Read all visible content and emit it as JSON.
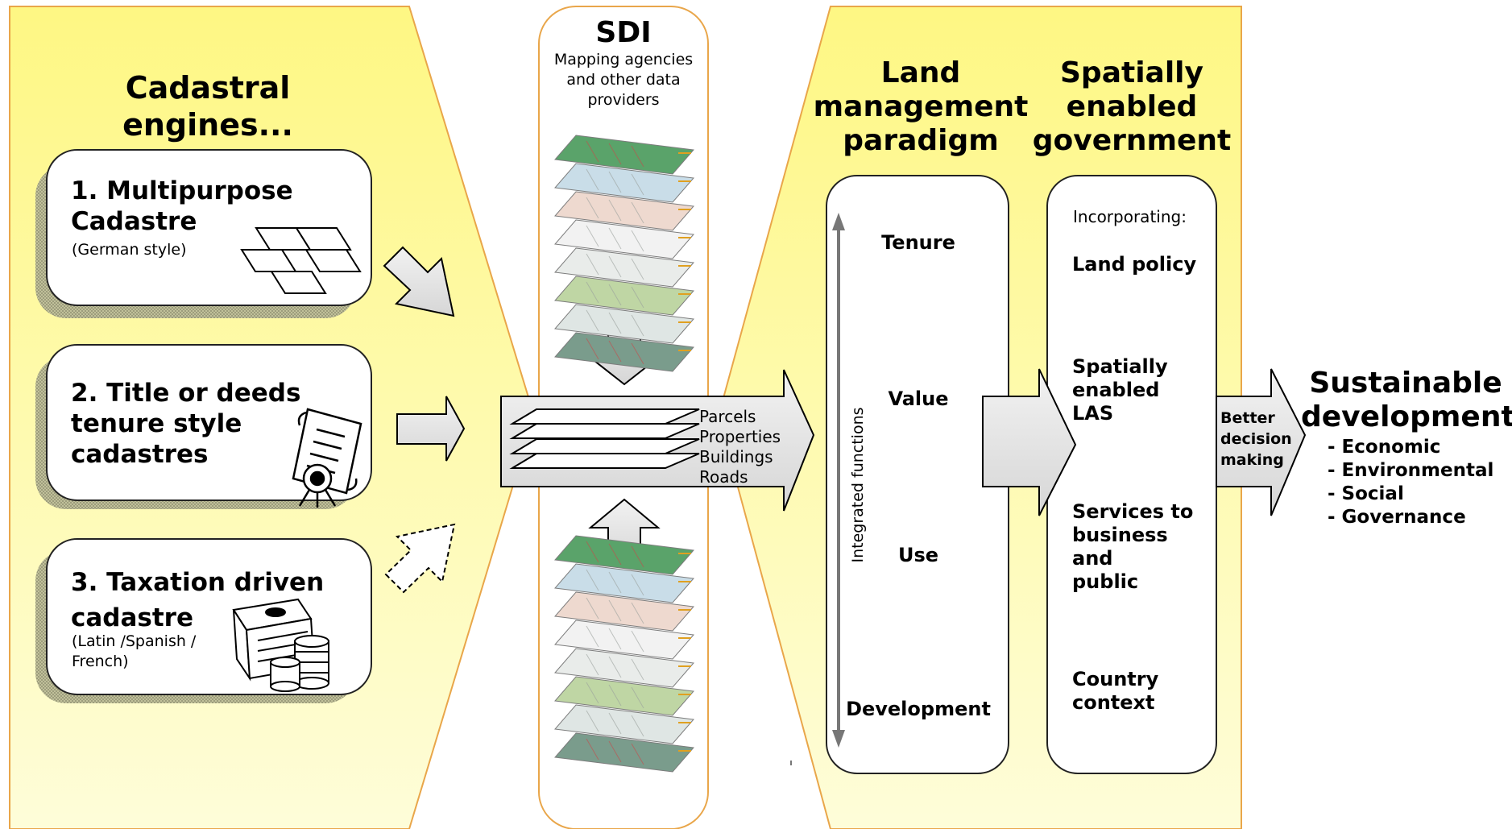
{
  "colors": {
    "panel_yellow_top": "#fef783",
    "panel_yellow_bottom": "#fefdd9",
    "panel_border": "#e9a64a",
    "arrow_gray": "#e4e4e4",
    "card_shadow": "#c9c9a0"
  },
  "cadastral": {
    "title_line1": "Cadastral",
    "title_line2": "engines...",
    "cards": [
      {
        "line1": "1. Multipurpose",
        "line2": "Cadastre",
        "sub1": "(German style)",
        "sub2": "",
        "icon": "parcel-grid-icon"
      },
      {
        "line1": "2. Title or deeds",
        "line2": "tenure style",
        "line3": "cadastres",
        "icon": "certificate-icon"
      },
      {
        "line1": "3. Taxation driven",
        "line2": "cadastre",
        "sub1": "(Latin /Spanish /",
        "sub2": "French)",
        "icon": "money-icon"
      }
    ]
  },
  "sdi": {
    "title": "SDI",
    "subtitle_line1": "Mapping agencies",
    "subtitle_line2": "and other data",
    "subtitle_line3": "providers",
    "layers": [
      "Parcels",
      "Properties",
      "Buildings",
      "Roads"
    ]
  },
  "land_management": {
    "title_line1": "Land",
    "title_line2": "management",
    "title_line3": "paradigm",
    "items": [
      "Tenure",
      "Value",
      "Use",
      "Development"
    ],
    "vertical_label": "Integrated functions"
  },
  "government": {
    "title_line1": "Spatially",
    "title_line2": "enabled",
    "title_line3": "government",
    "intro": "Incorporating:",
    "items": [
      {
        "l1": "Land policy"
      },
      {
        "l1": "Spatially",
        "l2": "enabled",
        "l3": "LAS"
      },
      {
        "l1": "Services to",
        "l2": "business",
        "l3": "and",
        "l4": "public"
      },
      {
        "l1": "Country",
        "l2": "context"
      }
    ]
  },
  "decision": {
    "l1": "Better",
    "l2": "decision",
    "l3": "making"
  },
  "sustainable": {
    "title_line1": "Sustainable",
    "title_line2": "development",
    "items": [
      "- Economic",
      "- Environmental",
      "- Social",
      "- Governance"
    ]
  }
}
